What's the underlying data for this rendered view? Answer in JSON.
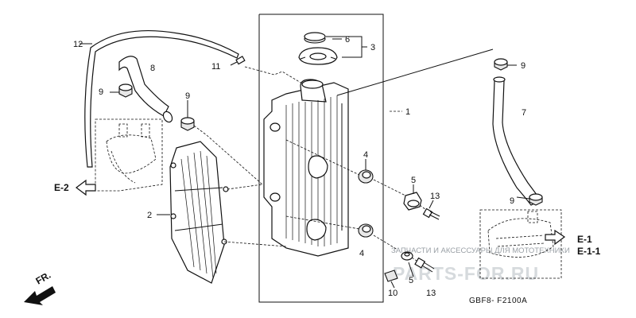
{
  "callouts": {
    "c1": "1",
    "c2": "2",
    "c3": "3",
    "c4a": "4",
    "c4b": "4",
    "c5a": "5",
    "c5b": "5",
    "c6": "6",
    "c7": "7",
    "c8": "8",
    "c9a": "9",
    "c9b": "9",
    "c9c": "9",
    "c9d": "9",
    "c10": "10",
    "c11": "11",
    "c12": "12",
    "c13a": "13",
    "c13b": "13"
  },
  "refs": {
    "e2": "E-2",
    "e1": "E-1",
    "e11": "E-1-1"
  },
  "front": "FR.",
  "diagram_code": "GBF8- F2100A",
  "watermark": {
    "line1": "ЗАПЧАСТИ И АКСЕССУАРЫ ДЛЯ МОТОТЕХНИКИ",
    "line2": "PARTS-FOR.RU"
  }
}
